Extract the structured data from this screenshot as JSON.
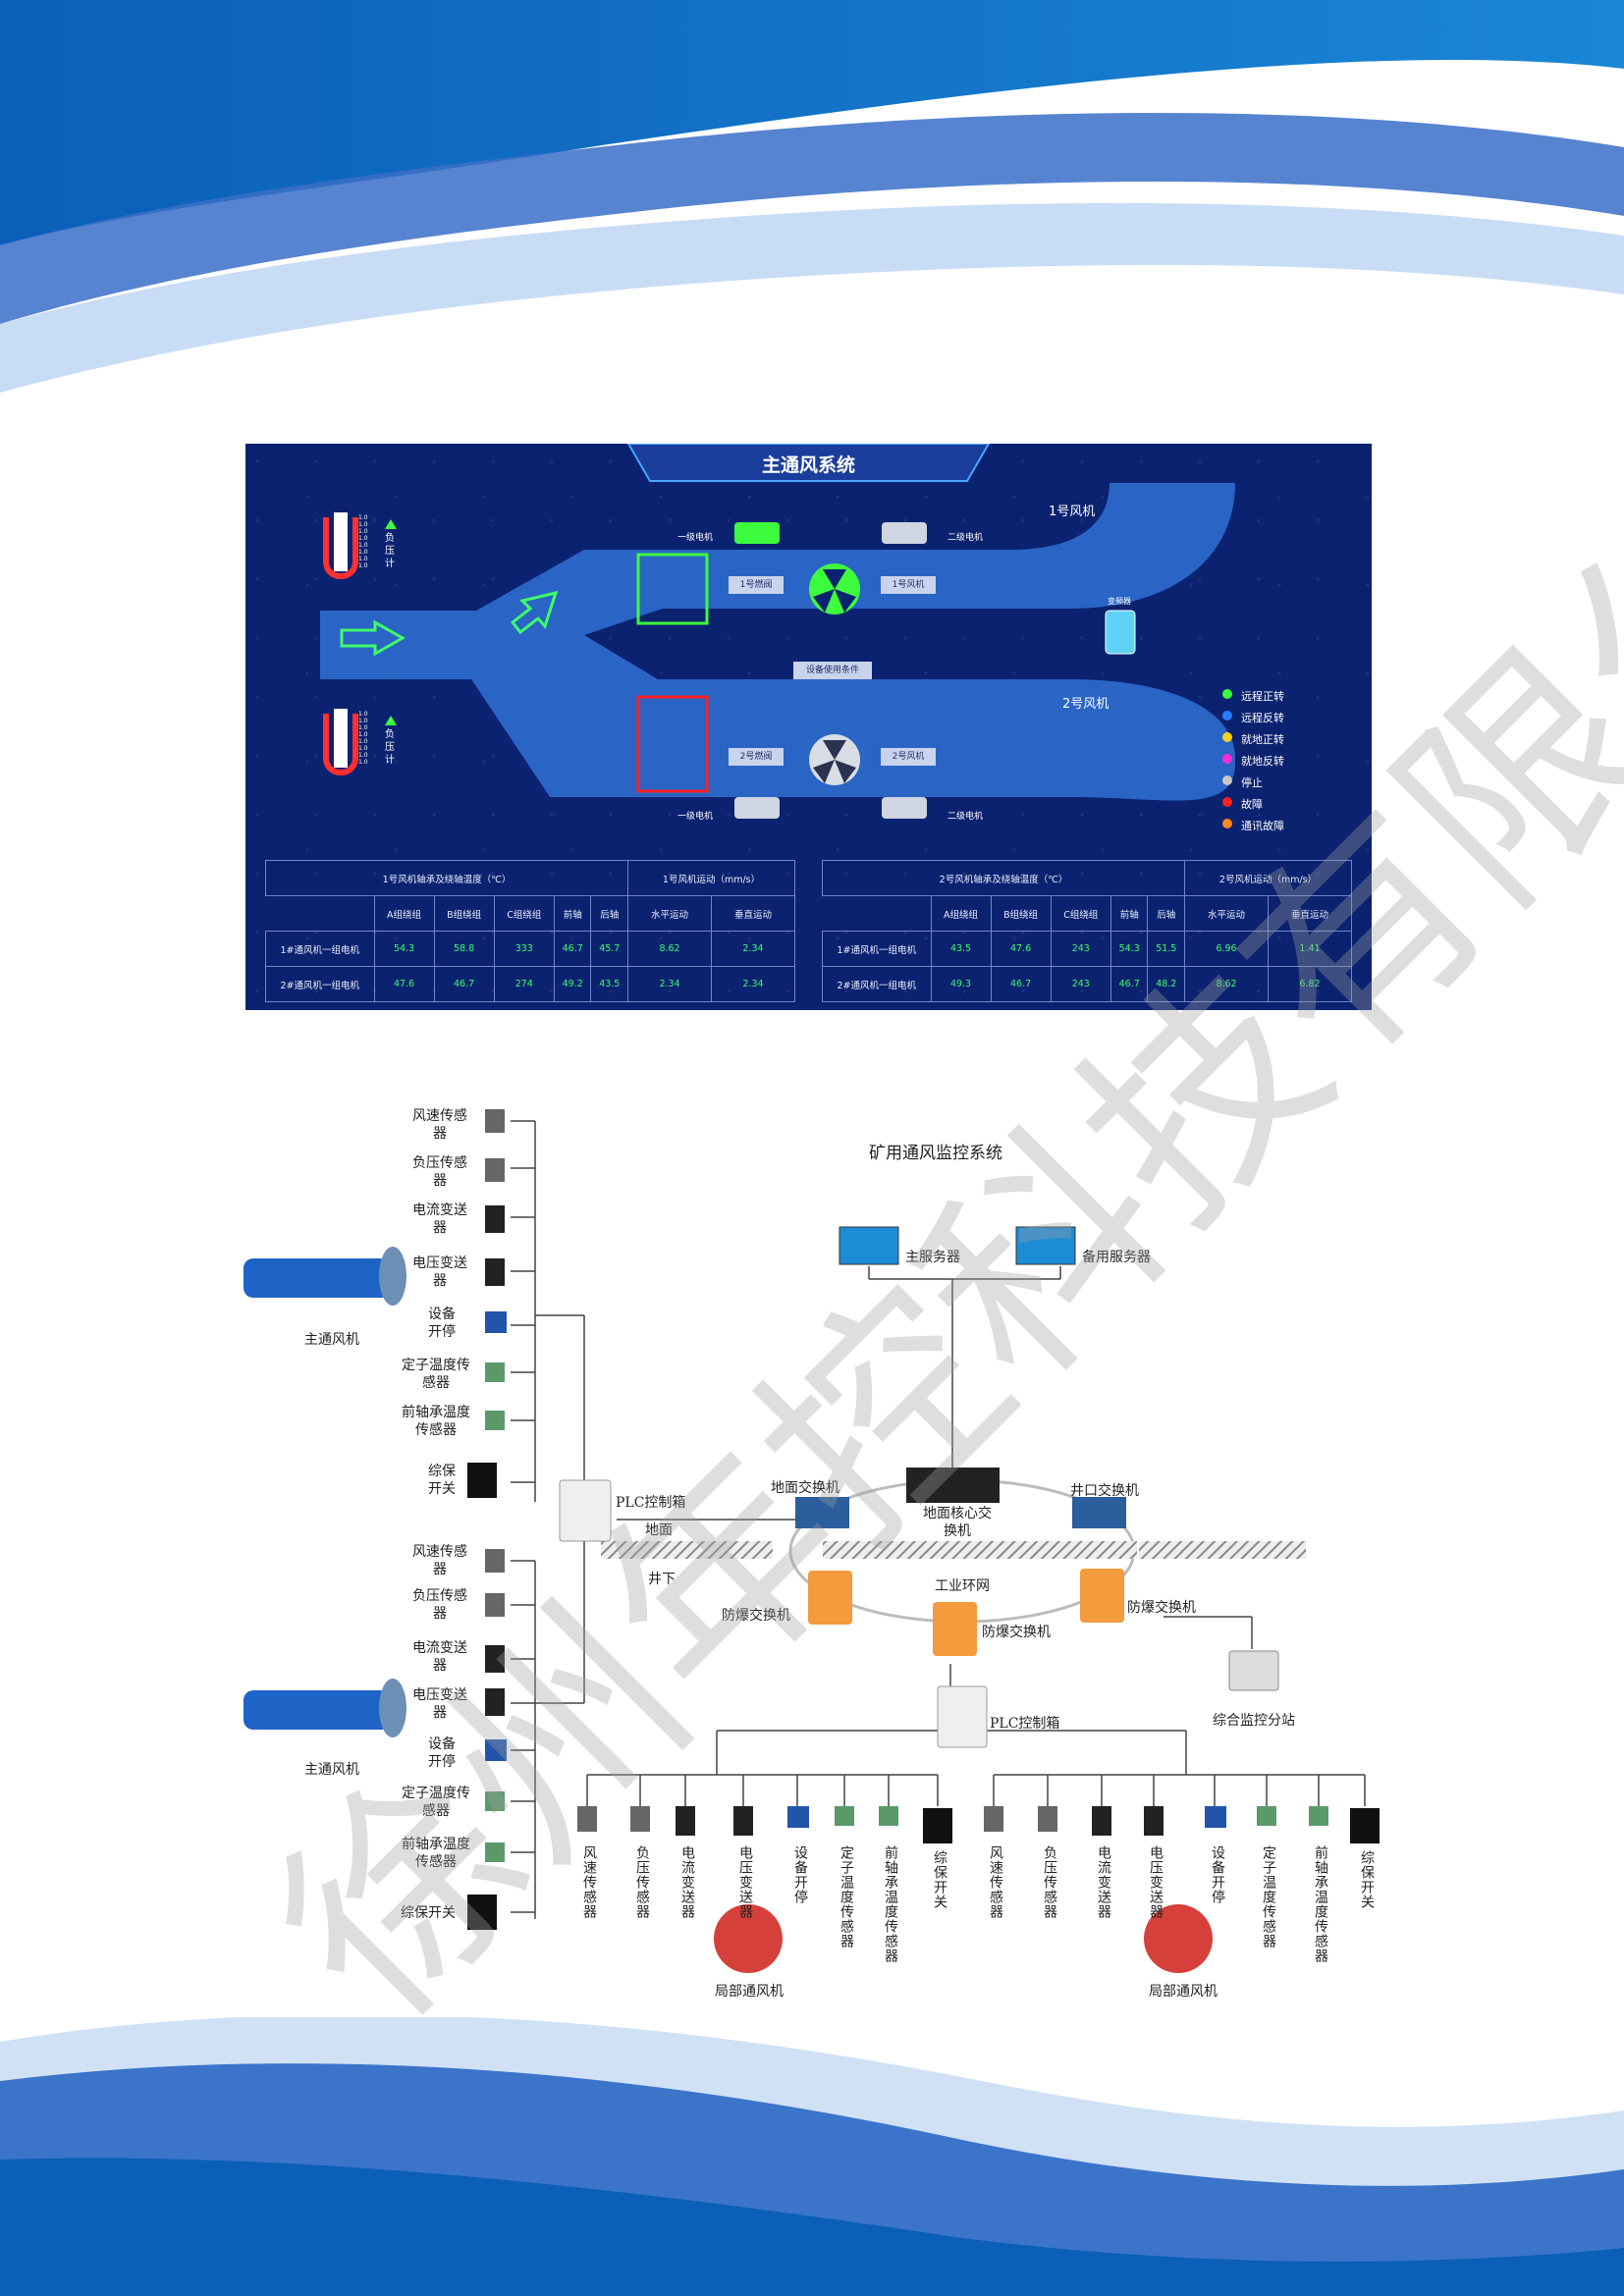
{
  "scada": {
    "title": "主通风系统",
    "fan1_label": "1号风机",
    "fan2_label": "2号风机",
    "stage1": "一级电机",
    "stage2": "二级电机",
    "fan1_gate": "1号燃阀",
    "fan1_fan": "1号风机",
    "fan2_gate": "2号燃阀",
    "fan2_fan": "2号风机",
    "center_box": "设备使用条件",
    "inverter": "变频器",
    "gauge_label": "负压计",
    "gauge_ticks": [
      "1.0",
      "1.0",
      "1.0",
      "1.0",
      "1.0",
      "1.0",
      "1.0",
      "1.0"
    ],
    "legend": [
      {
        "label": "远程正转",
        "color": "#3dfc3d"
      },
      {
        "label": "远程反转",
        "color": "#2b7cff"
      },
      {
        "label": "就地正转",
        "color": "#ffd21f"
      },
      {
        "label": "就地反转",
        "color": "#ff2bd5"
      },
      {
        "label": "停止",
        "color": "#c8c8c8"
      },
      {
        "label": "故障",
        "color": "#ff2020"
      },
      {
        "label": "通讯故障",
        "color": "#ff8a1f"
      }
    ],
    "table1": {
      "temp_header": "1号风机轴承及绕轴温度（℃）",
      "vib_header": "1号风机运动（mm/s）",
      "cols": [
        "A组绕组",
        "B组绕组",
        "C组绕组",
        "前轴",
        "后轴"
      ],
      "vcols": [
        "水平运动",
        "垂直运动"
      ],
      "rows": [
        {
          "name": "1#通风机一组电机",
          "vals": [
            "54.3",
            "58.8",
            "333",
            "46.7",
            "45.7"
          ],
          "vib": [
            "8.62",
            "2.34"
          ]
        },
        {
          "name": "2#通风机一组电机",
          "vals": [
            "47.6",
            "46.7",
            "274",
            "49.2",
            "43.5"
          ],
          "vib": [
            "2.34",
            "2.34"
          ]
        }
      ]
    },
    "table2": {
      "temp_header": "2号风机轴承及绕轴温度（℃）",
      "vib_header": "2号风机运动（mm/s）",
      "cols": [
        "A组绕组",
        "B组绕组",
        "C组绕组",
        "前轴",
        "后轴"
      ],
      "vcols": [
        "水平运动",
        "垂直运动"
      ],
      "rows": [
        {
          "name": "1#通风机一组电机",
          "vals": [
            "43.5",
            "47.6",
            "243",
            "54.3",
            "51.5"
          ],
          "vib": [
            "6.96",
            "1.41"
          ]
        },
        {
          "name": "2#通风机一组电机",
          "vals": [
            "49.3",
            "46.7",
            "243",
            "46.7",
            "48.2"
          ],
          "vib": [
            "8.62",
            "6.82"
          ]
        }
      ]
    }
  },
  "diagram": {
    "title": "矿用通风监控系统",
    "main_server": "主服务器",
    "backup_server": "备用服务器",
    "left_sensors_1": [
      "风速传感器",
      "负压传感器",
      "电流变送器",
      "电压变送器",
      "设备开停",
      "定子温度传感器",
      "前轴承温度传感器",
      "综保开关"
    ],
    "left_sensors_2": [
      "风速传感器",
      "负压传感器",
      "电流变送器",
      "电压变送器",
      "设备开停",
      "定子温度传感器",
      "前轴承温度传感器",
      "综保开关"
    ],
    "main_fan": "主通风机",
    "plc_box": "PLC控制箱",
    "ground": "地面",
    "underground": "井下",
    "ground_switch": "地面交换机",
    "core_switch": "地面核心交换机",
    "shaft_switch": "井口交换机",
    "ring": "工业环网",
    "ex_switch": "防爆交换机",
    "monitor_station": "综合监控分站",
    "bottom_sensors": [
      "风速传感器",
      "负压传感器",
      "电流变送器",
      "电压变送器",
      "设备开停",
      "定子温度传感器",
      "前轴承温度传感器",
      "综保开关"
    ],
    "local_fan": "局部通风机"
  },
  "watermark": "徐州年控科技有限公司"
}
